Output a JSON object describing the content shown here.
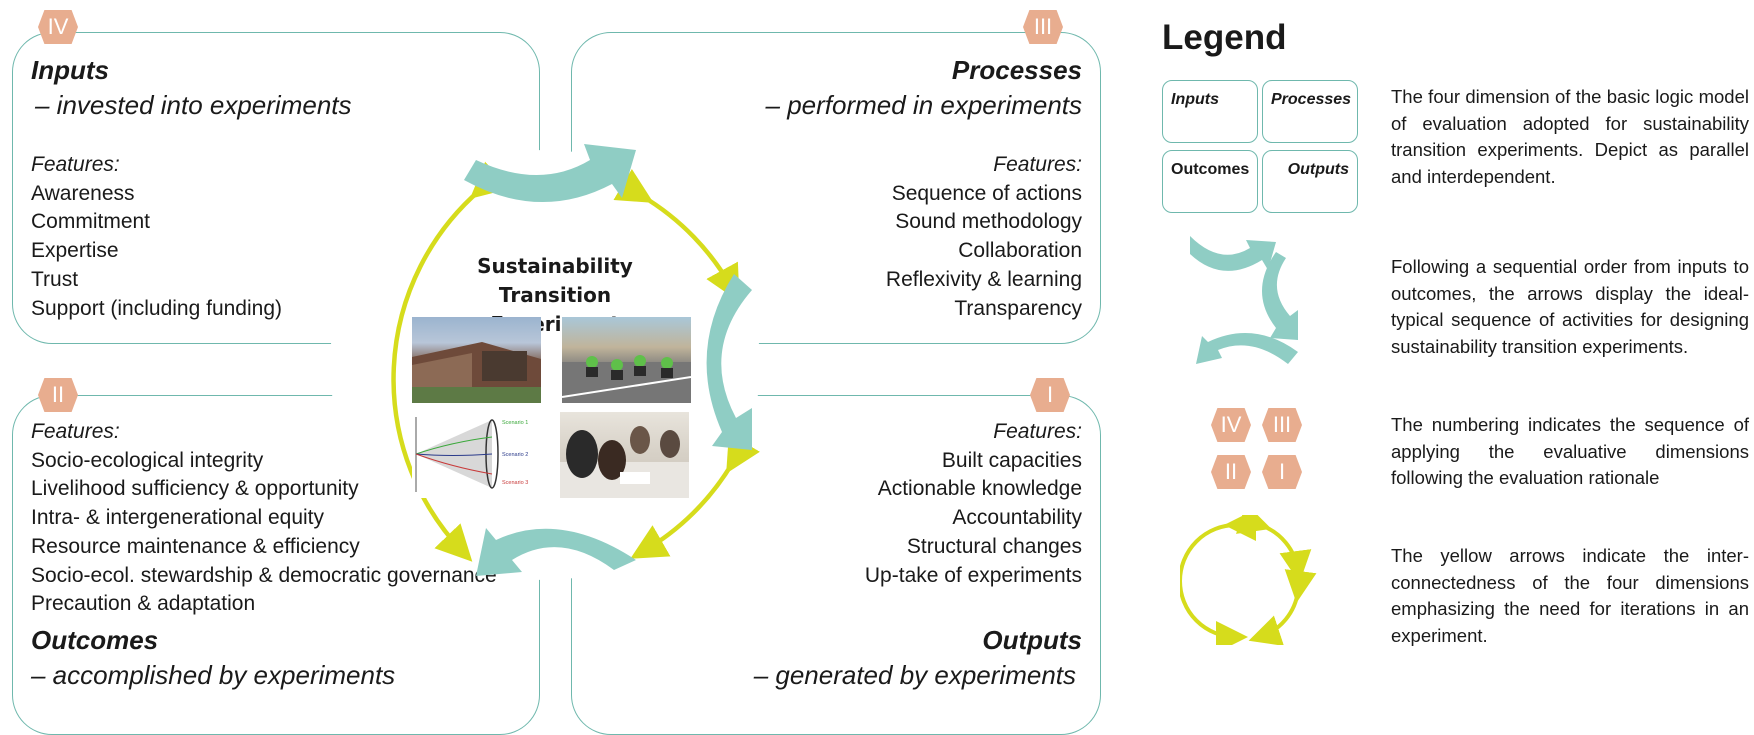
{
  "panels": {
    "inputs": {
      "badge": "IV",
      "title": "Inputs",
      "subtitle": "– invested into experiments",
      "features_label": "Features:",
      "features": [
        "Awareness",
        "Commitment",
        "Expertise",
        "Trust",
        "Support (including funding)"
      ]
    },
    "processes": {
      "badge": "III",
      "title": "Processes",
      "subtitle": "– performed in experiments",
      "features_label": "Features:",
      "features": [
        "Sequence of actions",
        "Sound methodology",
        "Collaboration",
        "Reflexivity & learning",
        "Transparency"
      ]
    },
    "outcomes": {
      "badge": "II",
      "title": "Outcomes",
      "subtitle": "– accomplished by experiments",
      "features_label": "Features:",
      "features": [
        "Socio-ecological integrity",
        "Livelihood sufficiency & opportunity",
        "Intra- & intergenerational equity",
        "Resource maintenance & efficiency",
        "Socio-ecol. stewardship & democratic governance",
        "Precaution & adaptation"
      ]
    },
    "outputs": {
      "badge": "I",
      "title": "Outputs",
      "subtitle": "– generated by experiments",
      "features_label": "Features:",
      "features": [
        "Built capacities",
        "Actionable knowledge",
        "Accountability",
        "Structural changes",
        "Up-take of experiments"
      ]
    }
  },
  "center": {
    "title_line1": "Sustainability Transition",
    "title_line2": "Experiment",
    "scenario_labels": [
      "Scenario 1",
      "Scenario 2",
      "Scenario 3"
    ]
  },
  "legend": {
    "title": "Legend",
    "boxes": {
      "inputs": "Inputs",
      "processes": "Processes",
      "outcomes": "Outcomes",
      "outputs": "Outputs"
    },
    "badges": {
      "iv": "IV",
      "iii": "III",
      "ii": "II",
      "i": "I"
    },
    "descriptions": [
      "The four dimension of the basic logic model of evaluation adopted for sustainability transition experiments. Depict as parallel and interdependent.",
      "Following a sequential order from inputs to outcomes, the arrows display the ideal-typical sequence of activities for designing sustainability transition experiments.",
      "The numbering indicates the sequence of applying the evaluative dimensions following the evaluation rationale",
      "The yellow arrows indicate the inter-connectedness of the four dimensions emphasizing the need for iterations in an experiment."
    ]
  },
  "colors": {
    "teal": "#8fcdc4",
    "teal_border": "#6fb8ad",
    "yellow": "#d6dc1c",
    "badge": "#e8ad8f"
  }
}
